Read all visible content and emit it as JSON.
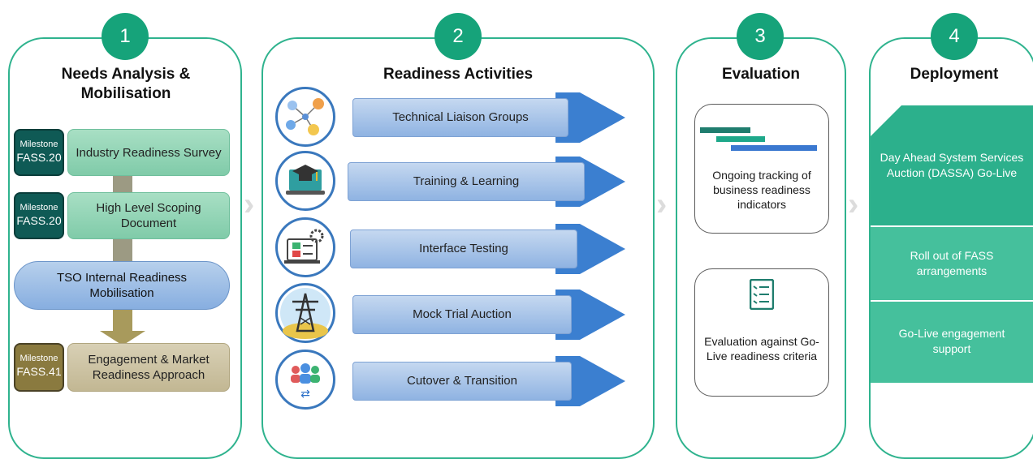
{
  "phases": [
    {
      "number": "1",
      "title_line1": "Needs Analysis &",
      "title_line2": "Mobilisation"
    },
    {
      "number": "2",
      "title": "Readiness Activities"
    },
    {
      "number": "3",
      "title": "Evaluation"
    },
    {
      "number": "4",
      "title": "Deployment"
    }
  ],
  "phase1": {
    "milestones": [
      {
        "label": "Milestone",
        "code": "FASS.20"
      },
      {
        "label": "Milestone",
        "code": "FASS.20"
      },
      {
        "label": "Milestone",
        "code": "FASS.41"
      }
    ],
    "steps": [
      "Industry Readiness Survey",
      "High Level Scoping Document",
      "TSO Internal Readiness Mobilisation",
      "Engagement & Market Readiness Approach"
    ]
  },
  "phase2": {
    "activities": [
      {
        "label": "Technical Liaison Groups",
        "icon": "network-people-icon"
      },
      {
        "label": "Training & Learning",
        "icon": "graduation-laptop-icon"
      },
      {
        "label": "Interface Testing",
        "icon": "testing-gear-icon"
      },
      {
        "label": "Mock Trial Auction",
        "icon": "transmission-tower-icon"
      },
      {
        "label": "Cutover & Transition",
        "icon": "team-transition-icon"
      }
    ]
  },
  "phase3": {
    "boxes": [
      {
        "text": "Ongoing tracking of business readiness indicators",
        "icon": "gantt-chart-icon"
      },
      {
        "text": "Evaluation against Go-Live readiness criteria",
        "icon": "checklist-icon"
      }
    ]
  },
  "phase4": {
    "items": [
      "Day Ahead System Services Auction (DASSA) Go-Live",
      "Roll out of FASS arrangements",
      "Go-Live engagement support"
    ]
  },
  "colors": {
    "teal": "#2fb38e",
    "number_fill": "#16a37a",
    "arrow_blue": "#3b7fd0"
  }
}
